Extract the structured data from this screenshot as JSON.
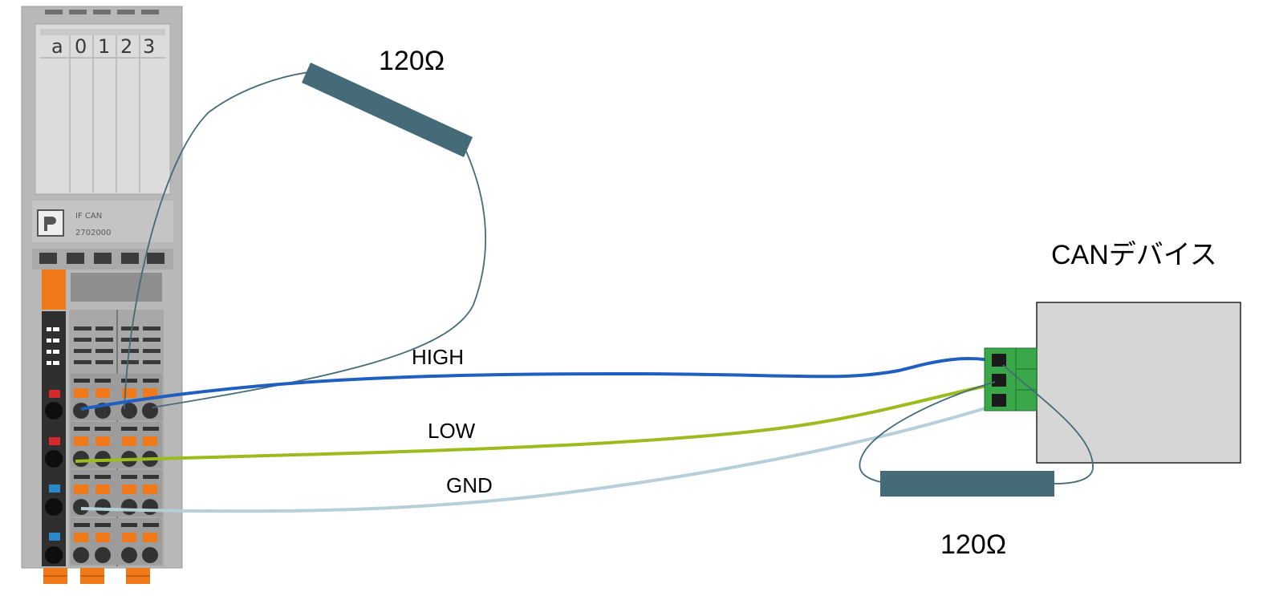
{
  "module": {
    "channel_labels": [
      "a",
      "0",
      "1",
      "2",
      "3"
    ],
    "model_name": "IF CAN",
    "model_number": "2702000"
  },
  "resistors": {
    "top_label": "120Ω",
    "bottom_label": "120Ω"
  },
  "device": {
    "label": "CANデバイス"
  },
  "wires": {
    "high": {
      "label": "HIGH",
      "color": "#1f5fbf"
    },
    "low": {
      "label": "LOW",
      "color": "#9bbb1e"
    },
    "gnd": {
      "label": "GND",
      "color": "#b7cfdb"
    }
  },
  "colors": {
    "resistor": "#456b78",
    "resistor_lead": "#456b78",
    "device_body": "#d6d6d6",
    "connector": "#3aa84a",
    "module_accent": "#f07a1a"
  }
}
